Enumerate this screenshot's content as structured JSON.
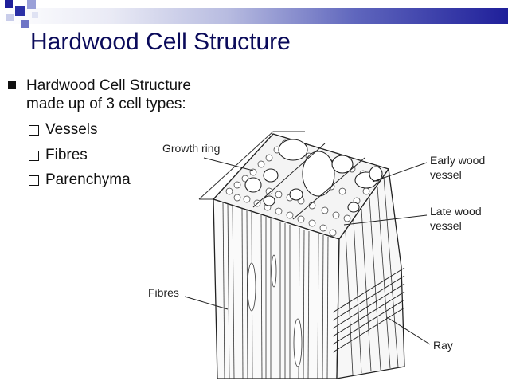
{
  "slide": {
    "title": "Hardwood Cell Structure",
    "bullet": {
      "text": "Hardwood Cell Structure made up of 3 cell types:",
      "subitems": [
        "Vessels",
        "Fibres",
        "Parenchyma"
      ]
    }
  },
  "diagram": {
    "labels": {
      "growth_ring": "Growth ring",
      "early_wood_1": "Early wood",
      "early_wood_2": "vessel",
      "late_wood_1": "Late wood",
      "late_wood_2": "vessel",
      "fibres": "Fibres",
      "ray": "Ray"
    }
  },
  "colors": {
    "title": "#0a0a5a",
    "accent": "#1f1f9a"
  }
}
